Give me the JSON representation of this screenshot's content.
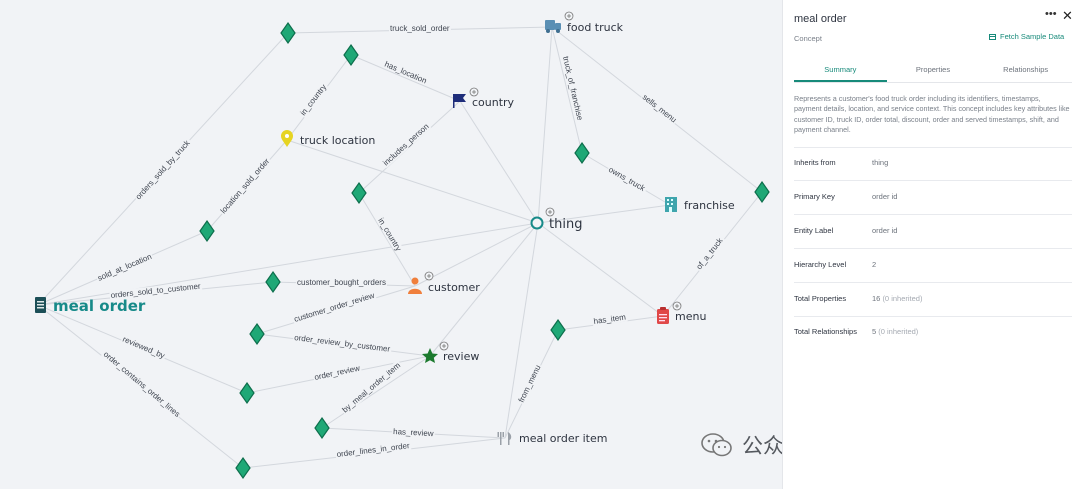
{
  "graph": {
    "edge_labels": {
      "truck_sold_order": "truck_sold_order",
      "has_location": "has_location",
      "in_country": "in_country",
      "orders_sold_by_truck": "orders_sold_by_truck",
      "location_sold_order": "location_sold_order",
      "includes_person": "includes_person",
      "in_country_2": "in_country",
      "truck_of_franchise": "truck_of_franchise",
      "sells_menu": "sells_menu",
      "owns_truck": "owns_truck",
      "of_a_truck": "of_a_truck",
      "sold_at_location": "sold_at_location",
      "orders_sold_to_customer": "orders_sold_to_customer",
      "customer_bought_orders": "customer_bought_orders",
      "customer_order_review": "customer_order_review",
      "order_review_by_customer": "order_review_by_customer",
      "reviewed_by": "reviewed_by",
      "order_review": "order_review",
      "by_meal_order_item": "by_meal_order_item",
      "order_contains_order_lines": "order_contains_order_lines",
      "has_review": "has_review",
      "order_lines_in_order": "order_lines_in_order",
      "has_item": "has_item",
      "from_menu": "from_menu"
    },
    "nodes": {
      "meal_order": "meal order",
      "food_truck": "food truck",
      "country": "country",
      "truck_location": "truck location",
      "thing": "thing",
      "franchise": "franchise",
      "customer": "customer",
      "menu": "menu",
      "review": "review",
      "meal_order_item": "meal order item"
    },
    "colors": {
      "accent": "#178a89",
      "relation_node": "#1fa876",
      "food_truck_icon": "#5a8fb4",
      "country_icon": "#1e2d7a",
      "truck_location_icon": "#e6d422",
      "franchise_icon": "#3fa5ad",
      "customer_icon": "#f07f3c",
      "menu_icon": "#e04848",
      "review_icon": "#1c7a2e",
      "meal_order_item_icon": "#9aa0a8"
    }
  },
  "panel": {
    "title": "meal order",
    "kind": "Concept",
    "fetch_label": "Fetch Sample Data",
    "more_icon": "more-dots-icon",
    "close_icon": "close-icon",
    "tabs": [
      "Summary",
      "Properties",
      "Relationships"
    ],
    "active_tab": "Summary",
    "description": "Represents a customer's food truck order including its identifiers, timestamps, payment details, location, and service context. This concept includes key attributes like customer ID, truck ID, order total, discount, order and served timestamps, shift, and payment channel.",
    "rows": {
      "inherits_from": {
        "label": "Inherits from",
        "value": "thing"
      },
      "primary_key": {
        "label": "Primary Key",
        "value": "order id"
      },
      "entity_label": {
        "label": "Entity Label",
        "value": "order id"
      },
      "hierarchy_level": {
        "label": "Hierarchy Level",
        "value": "2"
      },
      "total_properties": {
        "label": "Total Properties",
        "value": "16",
        "note": "(0 inherited)"
      },
      "total_relationships": {
        "label": "Total Relationships",
        "value": "5",
        "note": "(0 inherited)"
      }
    }
  },
  "watermark": {
    "text": "公众号 · 知识图谱科技"
  }
}
